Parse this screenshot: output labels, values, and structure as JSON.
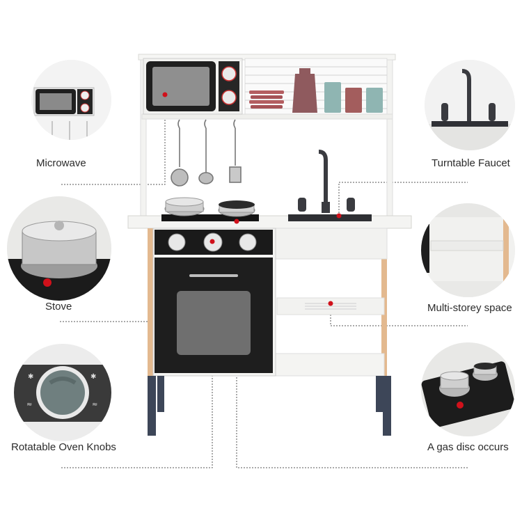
{
  "features": {
    "microwave": "Microwave",
    "stove": "Stove",
    "knobs": "Rotatable Oven Knobs",
    "faucet": "Turntable Faucet",
    "storage": "Multi-storey space",
    "gas_disc": "A gas disc occurs"
  },
  "colors": {
    "cabinet_white": "#f4f4f2",
    "oven_black": "#1c1c1c",
    "wood": "#e3b98f",
    "leg_navy": "#3d4658",
    "marker_red": "#d0111b",
    "leader_line": "#555555"
  }
}
